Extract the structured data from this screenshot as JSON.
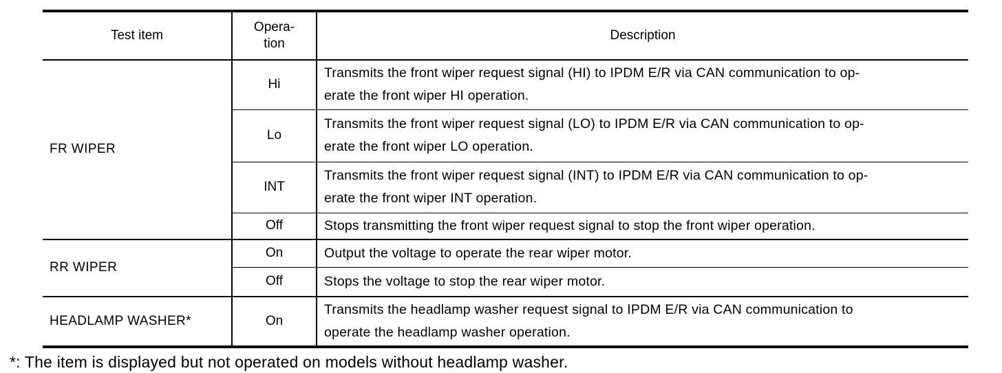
{
  "colors": {
    "background": "#ffffff",
    "ink": "#000000"
  },
  "table": {
    "headers": {
      "test_item": "Test item",
      "operation": "Opera-\ntion",
      "description": "Description"
    },
    "groups": [
      {
        "test_item": "FR WIPER",
        "rows": [
          {
            "operation": "Hi",
            "description": [
              "Transmits the front wiper request signal (HI) to IPDM E/R via CAN communication to op-",
              "erate the front wiper HI operation."
            ]
          },
          {
            "operation": "Lo",
            "description": [
              "Transmits the front wiper request signal (LO) to IPDM E/R via CAN communication to op-",
              "erate the front wiper LO operation."
            ]
          },
          {
            "operation": "INT",
            "description": [
              "Transmits the front wiper request signal (INT) to IPDM E/R via CAN communication to op-",
              "erate the front wiper INT operation."
            ]
          },
          {
            "operation": "Off",
            "description": [
              "Stops transmitting the front wiper request signal to stop the front wiper operation."
            ]
          }
        ]
      },
      {
        "test_item": "RR WIPER",
        "rows": [
          {
            "operation": "On",
            "description": [
              "Output the voltage to operate the rear wiper motor."
            ]
          },
          {
            "operation": "Off",
            "description": [
              "Stops the voltage to stop the rear wiper motor."
            ]
          }
        ]
      },
      {
        "test_item": "HEADLAMP WASHER*",
        "rows": [
          {
            "operation": "On",
            "description": [
              "Transmits the headlamp washer request signal to IPDM E/R via CAN communication to",
              "operate the headlamp washer operation."
            ]
          }
        ]
      }
    ]
  },
  "footnote": "*: The item is displayed but not operated on models without headlamp washer."
}
